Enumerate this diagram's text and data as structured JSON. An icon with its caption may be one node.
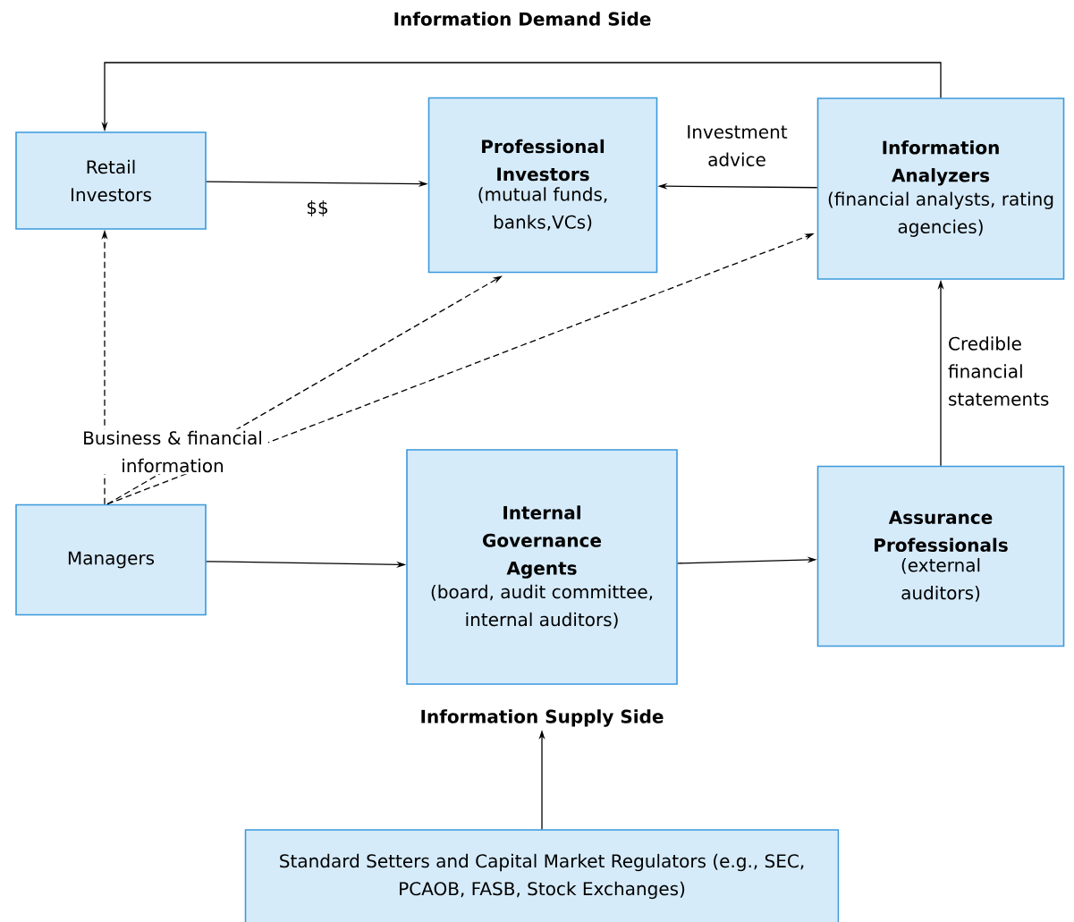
{
  "diagram": {
    "title": "Information Demand Side",
    "nodes": [
      {
        "text": [
          "Retail Investors"
        ]
      },
      {
        "text": [
          "Professional Investors",
          "(mutual funds, banks,VCs)"
        ]
      },
      {
        "text": [
          "Information Analyzers",
          "(financial analysts, rating agencies)"
        ]
      },
      {
        "text": [
          "Managers"
        ]
      },
      {
        "text": [
          "Internal Governance Agents",
          "(board, audit committee, internal auditors)"
        ]
      },
      {
        "text": [
          "Assurance Professionals",
          "(external auditors)"
        ]
      },
      {
        "text": [
          "Information Supply Side"
        ]
      },
      {
        "text": [
          "Standard Setters and Capital Market Regulators (e.g., SEC, PCAOB, FASB, Stock Exchanges)"
        ]
      }
    ],
    "edges": [
      {
        "from": 2,
        "to": 0,
        "arrow": "to"
      },
      {
        "from": 0,
        "to": 1,
        "arrow": "to",
        "label": "$$"
      },
      {
        "from": 2,
        "to": 1,
        "arrow": "to",
        "label": "Investment advice"
      },
      {
        "from": 3,
        "to": 0,
        "arrow": "to",
        "style": "dashed"
      },
      {
        "from": 3,
        "to": 1,
        "arrow": "to",
        "style": "dashed",
        "label": "Business & financial information"
      },
      {
        "from": 3,
        "to": 2,
        "arrow": "to",
        "style": "dashed"
      },
      {
        "from": 3,
        "to": 4,
        "arrow": "to"
      },
      {
        "from": 4,
        "to": 5,
        "arrow": "to"
      },
      {
        "from": 5,
        "to": 2,
        "arrow": "to",
        "label": "Credible financial statements"
      },
      {
        "from": 7,
        "to": 6,
        "arrow": "to"
      }
    ]
  }
}
